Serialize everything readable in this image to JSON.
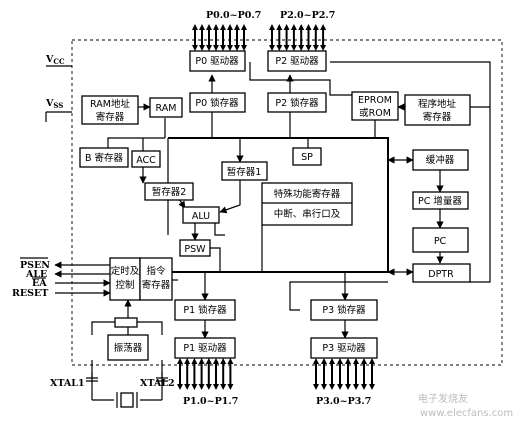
{
  "ports": {
    "p0_pins": "P0.0~P0.7",
    "p2_pins": "P2.0~P2.7",
    "p1_pins": "P1.0~P1.7",
    "p3_pins": "P3.0~P3.7"
  },
  "power": {
    "vcc": "V",
    "vcc_sub": "CC",
    "vss": "V",
    "vss_sub": "SS"
  },
  "blocks": {
    "p0_driver": "P0 驱动器",
    "p2_driver": "P2 驱动器",
    "p0_latch": "P0 锁存器",
    "p2_latch": "P2 锁存器",
    "ram_addr_reg_1": "RAM地址",
    "ram_addr_reg_2": "寄存器",
    "ram": "RAM",
    "eprom_1": "EPROM",
    "eprom_2": "或ROM",
    "prog_addr_reg_1": "程序地址",
    "prog_addr_reg_2": "寄存器",
    "b_reg": "B 寄存器",
    "acc": "ACC",
    "tmp1": "暂存器1",
    "tmp2": "暂存器2",
    "sp": "SP",
    "buffer": "缓冲器",
    "alu": "ALU",
    "sfr_1": "特殊功能寄存器",
    "sfr_2": "中断、串行口及",
    "pc_inc": "PC 增量器",
    "psw": "PSW",
    "pc": "PC",
    "timing_1": "定时及",
    "timing_2": "控制",
    "ir_1": "指令",
    "ir_2": "寄存器",
    "dptr": "DPTR",
    "p1_latch": "P1 锁存器",
    "p3_latch": "P3 锁存器",
    "p1_driver": "P1 驱动器",
    "p3_driver": "P3 驱动器",
    "oscillator": "振荡器"
  },
  "signals": {
    "psen": "PSEN",
    "ale": "ALE",
    "ea": "EA",
    "reset": "RESET",
    "xtal1": "XTAL1",
    "xtal2": "XTAL2"
  },
  "watermark": {
    "cn": "电子发烧友",
    "en": "www.elecfans.com"
  }
}
